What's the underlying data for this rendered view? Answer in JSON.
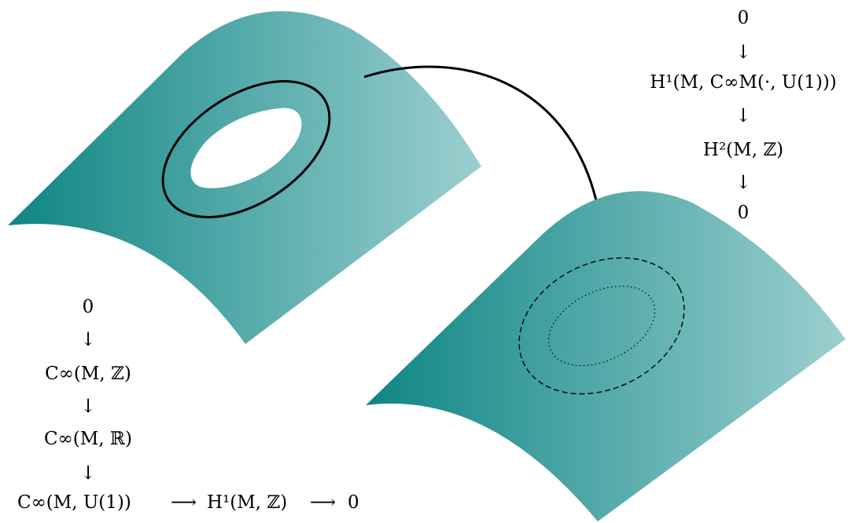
{
  "colors": {
    "surface_dark": "#0f8585",
    "surface_light": "#9ccfcf",
    "stroke": "#000000",
    "background": "#ffffff"
  },
  "top_right_sequence": {
    "zero_top": "0",
    "h1_sheaf": "H¹(M, C∞M(·, U(1)))",
    "h2": "H²(M, ℤ)",
    "zero_bottom": "0",
    "down_arrow": "↓"
  },
  "bottom_left_sequence": {
    "zero_top": "0",
    "c_inf_z": "C∞(M, ℤ)",
    "c_inf_r": "C∞(M, ℝ)",
    "c_inf_u1": "C∞(M, U(1))",
    "h1_z": "H¹(M, ℤ)",
    "zero_end": "0",
    "down_arrow": "↓",
    "right_arrow": "⟶"
  }
}
